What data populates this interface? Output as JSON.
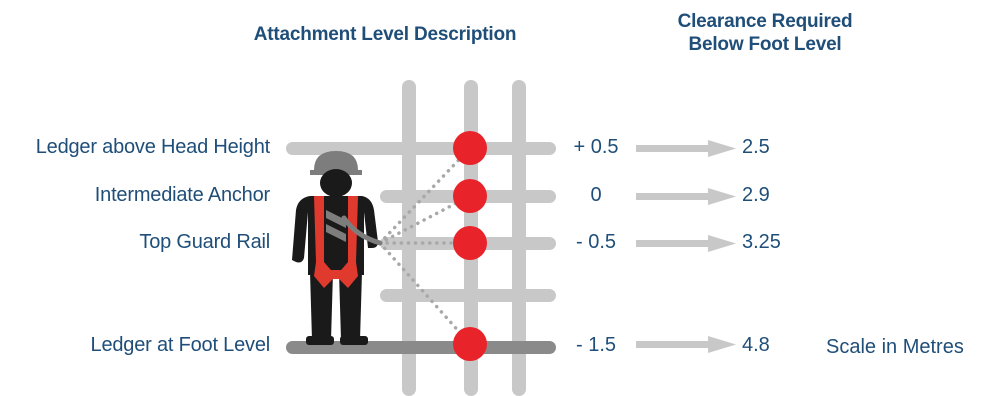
{
  "headers": {
    "attachment": "Attachment Level Description",
    "clearance_line1": "Clearance Required",
    "clearance_line2": "Below Foot Level"
  },
  "levels": [
    {
      "label": "Ledger above Head Height",
      "offset": "+ 0.5",
      "clearance": "2.5"
    },
    {
      "label": "Intermediate Anchor",
      "offset": "0",
      "clearance": "2.9"
    },
    {
      "label": "Top Guard Rail",
      "offset": "- 0.5",
      "clearance": "3.25"
    },
    {
      "label": "Ledger at Foot Level",
      "offset": "- 1.5",
      "clearance": "4.8"
    }
  ],
  "scale_note": "Scale in Metres",
  "colors": {
    "text": "#1f4e79",
    "scaffold": "#c8c8c8",
    "floor": "#8a8a8a",
    "anchor": "#e8232a",
    "arrow": "#c8c8c8",
    "worker": "#1a1a1a",
    "helmet": "#7d7d7d",
    "harness": "#e03a2f"
  }
}
